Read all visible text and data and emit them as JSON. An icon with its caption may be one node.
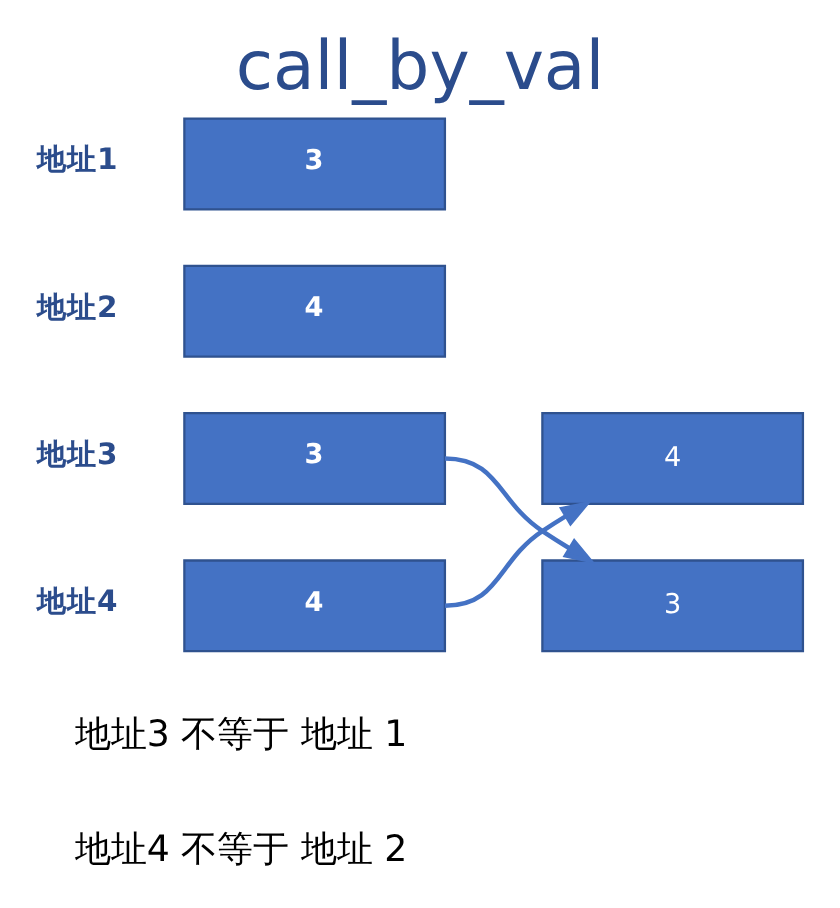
{
  "diagram": {
    "title": "call_by_val",
    "nodes": [
      {
        "text": [
          "3"
        ],
        "beside": [
          "地址1"
        ]
      },
      {
        "text": [
          "4"
        ],
        "beside": [
          "地址2"
        ]
      },
      {
        "text": [
          "3"
        ],
        "beside": [
          "地址3"
        ]
      },
      {
        "text": [
          "4"
        ],
        "beside": [
          "地址4"
        ]
      },
      {
        "text": [
          "4"
        ]
      },
      {
        "text": [
          "3"
        ]
      }
    ],
    "edges": [
      {
        "from": 2,
        "to": 5,
        "arrow": "to"
      },
      {
        "from": 3,
        "to": 4,
        "arrow": "to"
      }
    ],
    "labels": [
      "地址3 不等于 地址 1",
      "地址4 不等于 地址 2"
    ]
  }
}
